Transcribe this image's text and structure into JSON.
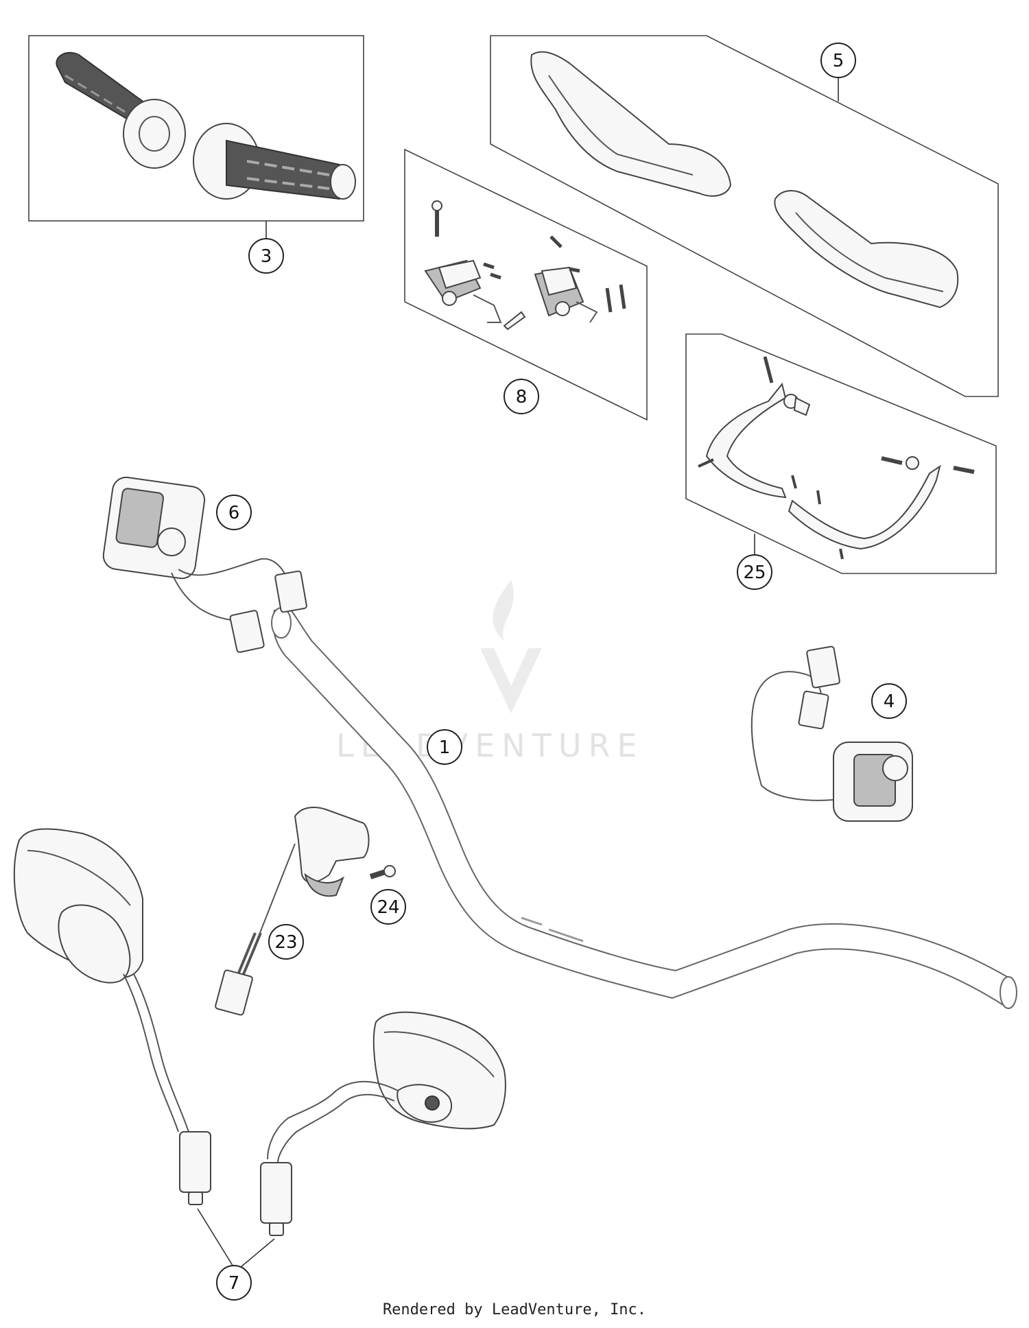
{
  "callouts": {
    "c1": "1",
    "c3": "3",
    "c4": "4",
    "c5": "5",
    "c6": "6",
    "c7": "7",
    "c8": "8",
    "c23": "23",
    "c24": "24",
    "c25": "25"
  },
  "watermark": "LEADVENTURE",
  "footer": "Rendered by LeadVenture, Inc."
}
